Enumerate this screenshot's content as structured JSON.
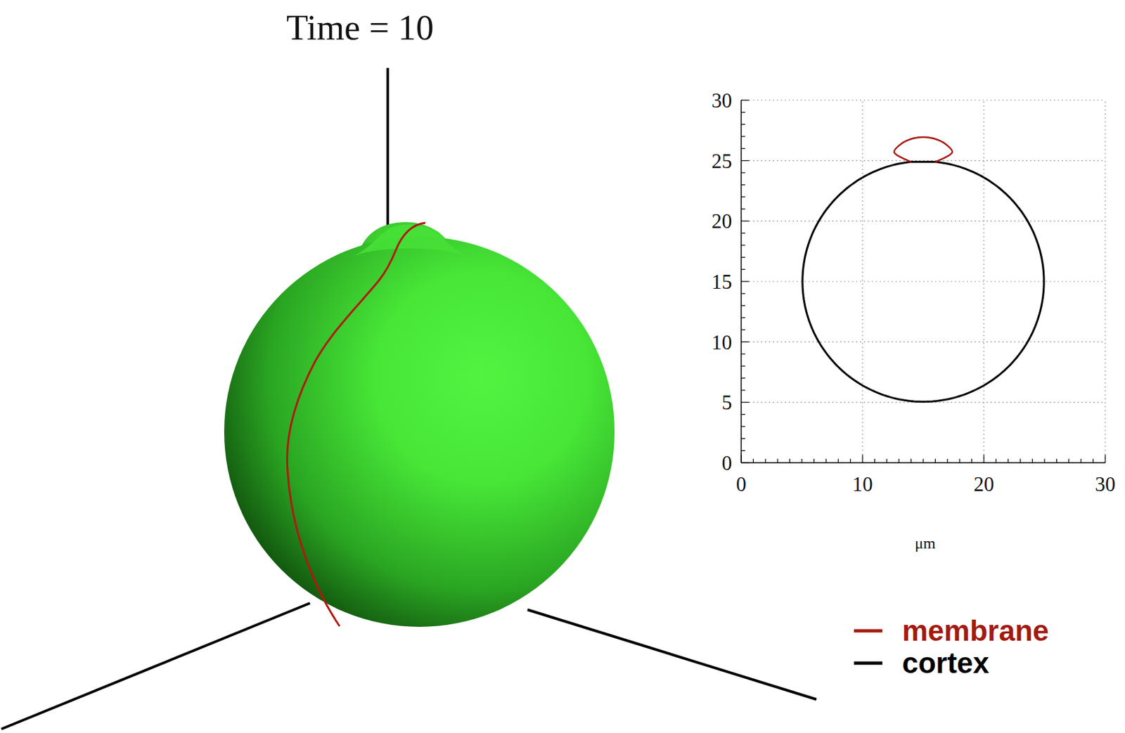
{
  "diagram": {
    "title": "Time = 10",
    "labels": [
      "30",
      "25",
      "20",
      "15",
      "10",
      "5",
      "0",
      "0",
      "10",
      "20",
      "30",
      "μm"
    ],
    "legend": [
      {
        "text": "membrane"
      },
      {
        "text": "cortex"
      }
    ]
  }
}
